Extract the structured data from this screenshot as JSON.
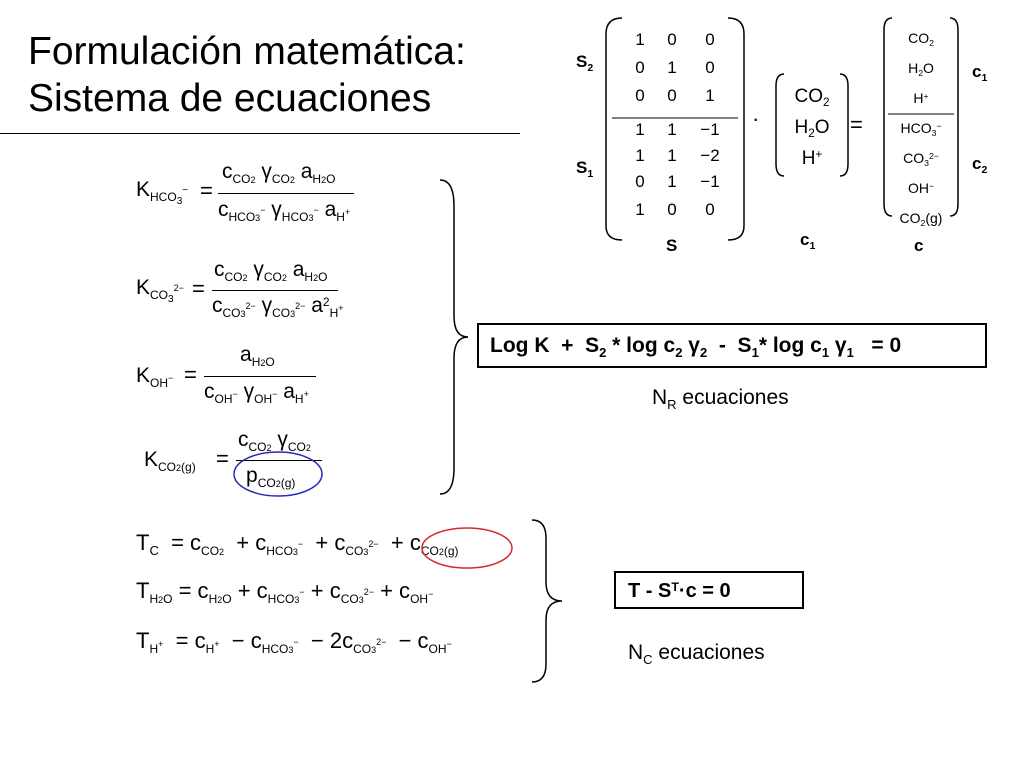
{
  "title": {
    "line1": "Formulación matemática:",
    "line2": "Sistema de ecuaciones"
  },
  "matrix": {
    "rows": [
      [
        "1",
        "0",
        "0"
      ],
      [
        "0",
        "1",
        "0"
      ],
      [
        "0",
        "0",
        "1"
      ],
      [
        "1",
        "1",
        "−1"
      ],
      [
        "1",
        "1",
        "−2"
      ],
      [
        "0",
        "1",
        "−1"
      ],
      [
        "1",
        "0",
        "0"
      ]
    ],
    "label_s2": "S",
    "label_s2_sub": "2",
    "label_s1": "S",
    "label_s1_sub": "1",
    "label_s": "S",
    "dot": "·",
    "equals": "=",
    "c1_vector": [
      {
        "base": "CO",
        "sub": "2",
        "sup": ""
      },
      {
        "base": "H",
        "sub": "2",
        "tail": "O",
        "sup": ""
      },
      {
        "base": "H",
        "sub": "",
        "sup": "+"
      }
    ],
    "c1_label": "c",
    "c1_label_sub": "1",
    "c_vector": [
      {
        "base": "CO",
        "sub": "2",
        "sup": ""
      },
      {
        "base": "H",
        "sub": "2",
        "tail": "O",
        "sup": ""
      },
      {
        "base": "H",
        "sub": "",
        "sup": "+"
      },
      {
        "base": "HCO",
        "sub": "3",
        "sup": "−"
      },
      {
        "base": "CO",
        "sub": "3",
        "sup": "2−"
      },
      {
        "base": "OH",
        "sub": "",
        "sup": "−"
      },
      {
        "base": "CO",
        "sub": "2",
        "tail": "(g)",
        "sup": ""
      }
    ],
    "c_label": "c",
    "right_c1": "c",
    "right_c1_sub": "1",
    "right_c2": "c",
    "right_c2_sub": "2"
  },
  "equilibrium": {
    "k_hco3": {
      "lhs": "K",
      "lhs_sub": "HCO",
      "lhs_sub2": "3",
      "lhs_sup": "−",
      "num": "c CO2 γ CO2 a H2O",
      "den": "c HCO3− γ HCO3− a H+"
    },
    "k_co3": {
      "lhs": "K",
      "lhs_sub": "CO",
      "lhs_sub2": "3",
      "lhs_sup": "2−",
      "num": "c CO2 γ CO2 a H2O",
      "den": "c CO3 2− γ CO3 2− a2 H+"
    },
    "k_oh": {
      "lhs": "K",
      "lhs_sub": "OH",
      "lhs_sup": "−",
      "num": "a H2O",
      "den": "c OH− γ OH− a H+"
    },
    "k_co2g": {
      "lhs": "K",
      "lhs_sub": "CO",
      "lhs_sub2": "2",
      "lhs_tail": "(g)",
      "num": "c CO2 γ CO2",
      "den": "p CO2(g)"
    },
    "eq_sign": "="
  },
  "log_equation": "Log K  +  S2 * log c2 γ2  -  S1 * log c1 γ1   = 0",
  "nr": {
    "text": "N",
    "sub": "R",
    "rest": " ecuaciones"
  },
  "totals": {
    "tc": "T C = c CO2 + c HCO3− + c CO3 2− + c CO2(g)",
    "th2o": "T H2O = c H2O + c HCO3− + c CO3 2− + c OH−",
    "th": "T H+ = c H+ − c HCO3− − 2c CO3 2− − c OH−"
  },
  "t_equation": {
    "lhs": "T - S",
    "sup": "T",
    "rhs": "·c  =  0"
  },
  "nc": {
    "text": "N",
    "sub": "C",
    "rest": " ecuaciones"
  },
  "colors": {
    "circle_blue": "#2a2ab8",
    "circle_red": "#d42a2a"
  }
}
